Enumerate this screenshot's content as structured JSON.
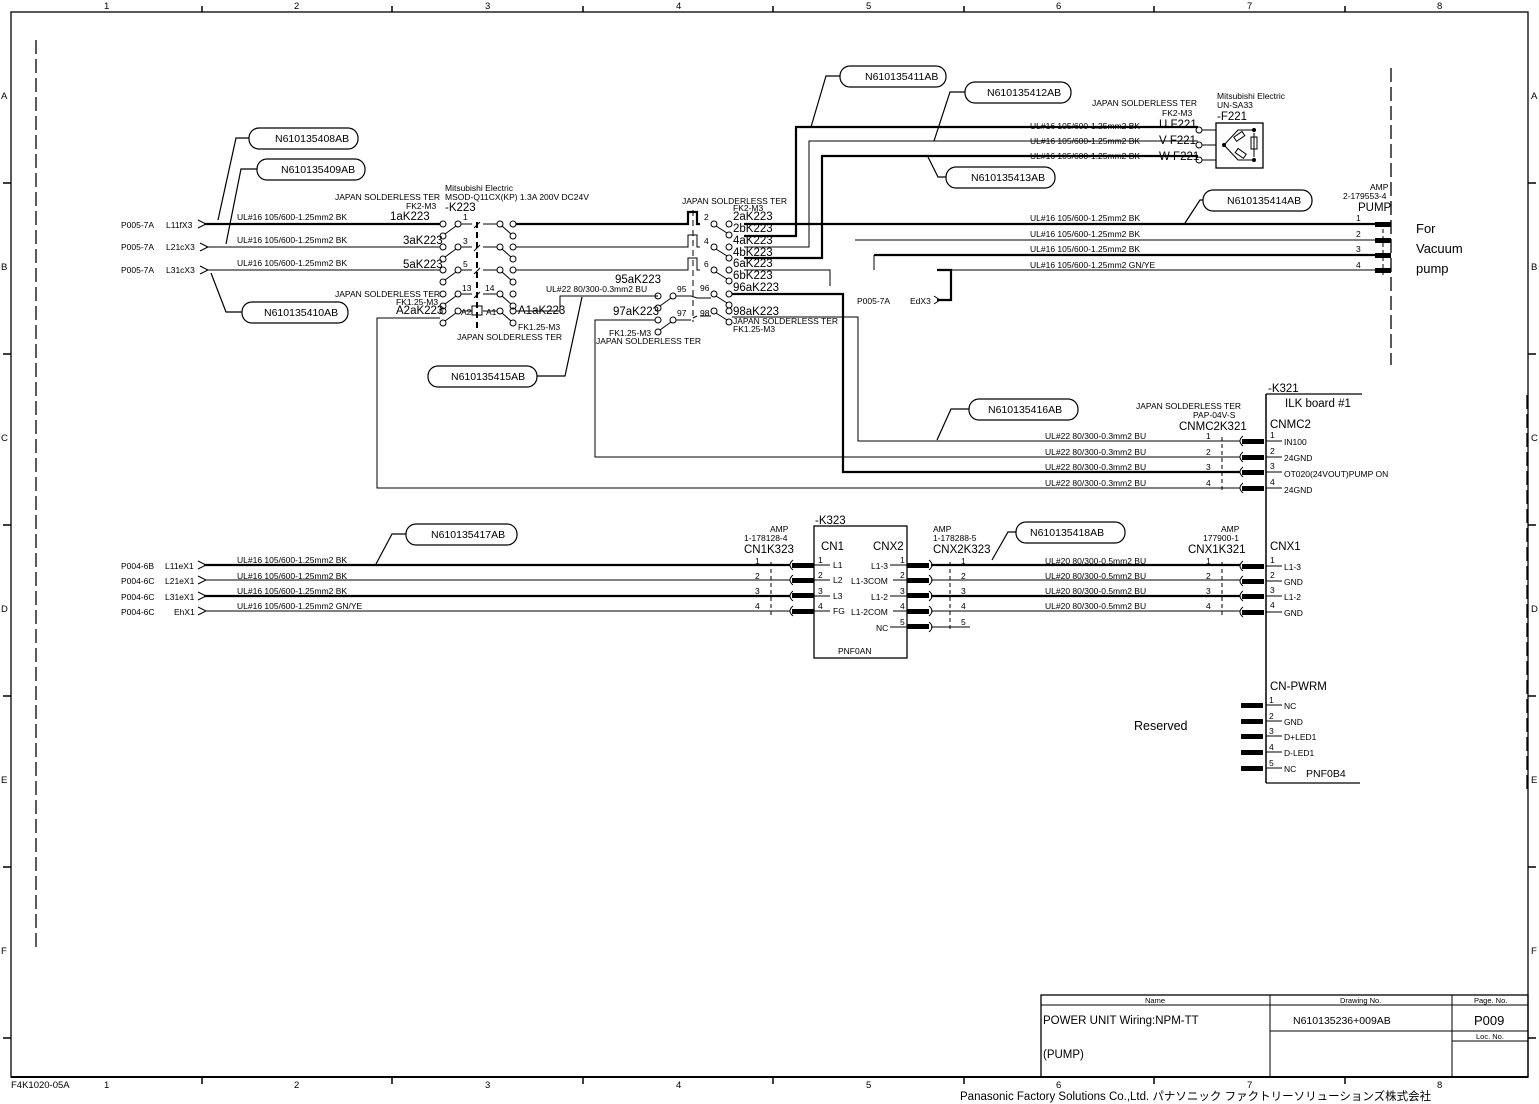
{
  "frame": {
    "columns": [
      "1",
      "2",
      "3",
      "4",
      "5",
      "6",
      "7",
      "8"
    ],
    "rows": [
      "A",
      "B",
      "C",
      "D",
      "E",
      "F"
    ],
    "form_code": "F4K1020-05A",
    "company": "Panasonic Factory Solutions Co.,Ltd. パナソニック ファクトリーソリューションズ株式会社"
  },
  "callouts": {
    "c408": "N610135408AB",
    "c409": "N610135409AB",
    "c410": "N610135410AB",
    "c411": "N610135411AB",
    "c412": "N610135412AB",
    "c413": "N610135413AB",
    "c414": "N610135414AB",
    "c415": "N610135415AB",
    "c416": "N610135416AB",
    "c417": "N610135417AB",
    "c418": "N610135418AB"
  },
  "inputs_top": [
    {
      "page": "P005-7A",
      "sig": "L11fX3",
      "wire": "UL#16 105/600-1.25mm2   BK",
      "term": "1aK223",
      "pin": "1"
    },
    {
      "page": "P005-7A",
      "sig": "L21cX3",
      "wire": "UL#16 105/600-1.25mm2   BK",
      "term": "3aK223",
      "pin": "3"
    },
    {
      "page": "P005-7A",
      "sig": "L31cX3",
      "wire": "UL#16 105/600-1.25mm2   BK",
      "term": "5aK223",
      "pin": "5"
    }
  ],
  "contactor": {
    "maker": "Mitsubishi Electric",
    "model": "MSOD-Q11CX(KP) 1.3A 200V DC24V",
    "ref": "-K223",
    "ter_left": "JAPAN SOLDERLESS TER",
    "ter_left_type": "FK2-M3",
    "aux_ter": "JAPAN SOLDERLESS TER",
    "aux_ter_type": "FK1.25-M3",
    "a2_label": "A2aK223",
    "a1_label": "A1aK223",
    "a1_type": "FK1.25-M3",
    "bottom_ter": "JAPAN SOLDERLESS TER",
    "pin13": "13",
    "pin14": "14",
    "pinA2": "A2",
    "pinA1": "A1",
    "right_ter": "JAPAN SOLDERLESS TER",
    "right_ter_type": "FK2-M3",
    "right_terms": [
      "2aK223",
      "2bK223",
      "4aK223",
      "4bK223",
      "6aK223",
      "6bK223",
      "96aK223"
    ],
    "right_pins": [
      "2",
      "4",
      "6",
      "96"
    ],
    "aux_wire": "UL#22 80/300-0.3mm2  BU",
    "t95": "95aK223",
    "t97": "97aK223",
    "pin95": "95",
    "pin97": "97",
    "pin98": "98",
    "t98": "98aK223",
    "t98_ter": "JAPAN SOLDERLESS TER",
    "t98_type": "FK1.25-M3",
    "t97_type": "FK1.25-M3",
    "t97_ter": "JAPAN SOLDERLESS TER"
  },
  "filter": {
    "ter": "JAPAN SOLDERLESS TER",
    "ter_type": "FK2-M3",
    "maker": "Mitsubishi Electric",
    "model": "UN-SA33",
    "ref": "-F221",
    "lines": [
      {
        "wire": "UL#16 105/600-1.25mm2  BK",
        "term": "U F221"
      },
      {
        "wire": "UL#16 105/600-1.25mm2  BK",
        "term": "V F221"
      },
      {
        "wire": "UL#16 105/600-1.25mm2  BK",
        "term": "W F221"
      }
    ]
  },
  "pump": {
    "amp": "AMP",
    "part": "2-179553-4",
    "ref": "PUMP",
    "label_lines": [
      "For",
      "Vacuum",
      "pump"
    ],
    "wires": [
      {
        "wire": "UL#16 105/600-1.25mm2  BK",
        "pin": "1"
      },
      {
        "wire": "UL#16 105/600-1.25mm2  BK",
        "pin": "2"
      },
      {
        "wire": "UL#16 105/600-1.25mm2  BK",
        "pin": "3"
      },
      {
        "wire": "UL#16 105/600-1.25mm2 GN/YE",
        "pin": "4"
      }
    ],
    "earth_page": "P005-7A",
    "earth_sig": "EdX3"
  },
  "ilk": {
    "ref": "-K321",
    "name": "ILK board #1",
    "cnmc2_ter": "JAPAN SOLDERLESS TER",
    "cnmc2_type": "PAP-04V-S",
    "cnmc2_ref": "CNMC2K321",
    "cnmc2": "CNMC2",
    "cnmc2_wires": [
      "UL#22 80/300-0.3mm2 BU",
      "UL#22 80/300-0.3mm2 BU",
      "UL#22 80/300-0.3mm2 BU",
      "UL#22 80/300-0.3mm2 BU"
    ],
    "cnmc2_pins": [
      "1",
      "2",
      "3",
      "4"
    ],
    "cnmc2_signals": [
      "IN100",
      "24GND",
      "OT020(24VOUT)PUMP ON",
      "24GND"
    ],
    "cnx1_amp": "AMP",
    "cnx1_part": "177900-1",
    "cnx1_ref": "CNX1K321",
    "cnx1": "CNX1",
    "cnx1_wires": [
      "UL#20 80/300-0.5mm2 BU",
      "UL#20 80/300-0.5mm2 BU",
      "UL#20 80/300-0.5mm2 BU",
      "UL#20 80/300-0.5mm2 BU"
    ],
    "cnx1_pins": [
      "1",
      "2",
      "3",
      "4"
    ],
    "cnx1_signals": [
      "L1-3",
      "GND",
      "L1-2",
      "GND"
    ],
    "pwrm": "CN-PWRM",
    "pwrm_pins": [
      "1",
      "2",
      "3",
      "4",
      "5"
    ],
    "pwrm_signals": [
      "NC",
      "GND",
      "D+LED1",
      "D-LED1",
      "NC"
    ],
    "pwrm_part": "PNF0B4",
    "reserved": "Reserved"
  },
  "inputs_bottom": [
    {
      "page": "P004-6B",
      "sig": "L11eX1",
      "wire": "UL#16 105/600-1.25mm2   BK",
      "pin": "1"
    },
    {
      "page": "P004-6C",
      "sig": "L21eX1",
      "wire": "UL#16 105/600-1.25mm2   BK",
      "pin": "2"
    },
    {
      "page": "P004-6C",
      "sig": "L31eX1",
      "wire": "UL#16 105/600-1.25mm2   BK",
      "pin": "3"
    },
    {
      "page": "P004-6C",
      "sig": "EhX1",
      "wire": "UL#16 105/600-1.25mm2  GN/YE",
      "pin": "4"
    }
  ],
  "k323": {
    "ref": "-K323",
    "cn1_amp": "AMP",
    "cn1_part": "1-178128-4",
    "cn1_ref": "CN1K323",
    "cn1": "CN1",
    "cn1_signals": [
      "L1",
      "L2",
      "L3",
      "FG"
    ],
    "cn1_pins": [
      "1",
      "2",
      "3",
      "4"
    ],
    "cnx2": "CNX2",
    "cnx2_signals": [
      "L1-3",
      "L1-3COM",
      "L1-2",
      "L1-2COM",
      "NC"
    ],
    "cnx2_pins": [
      "1",
      "2",
      "3",
      "4",
      "5"
    ],
    "cnx2_amp": "AMP",
    "cnx2_part": "1-178288-5",
    "cnx2_ref": "CNX2K323",
    "part": "PNF0AN"
  },
  "title_block": {
    "name_header": "Name",
    "drawing_header": "Drawing No.",
    "page_header": "Page. No.",
    "name_line1": "POWER UNIT Wiring:NPM-TT",
    "name_line2": "(PUMP)",
    "drawing_no": "N610135236+009AB",
    "page_no": "P009",
    "loc_header": "Loc. No."
  }
}
